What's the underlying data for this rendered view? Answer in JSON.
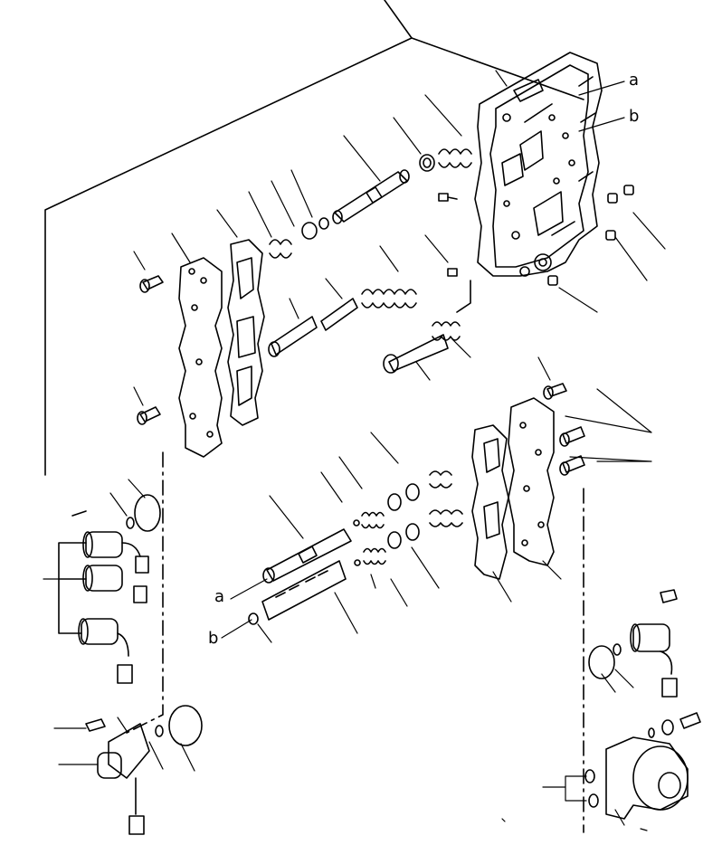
{
  "diagram": {
    "callout_labels": {
      "a_top": "a",
      "b_top": "b",
      "a_lower": "a",
      "b_lower": "b"
    },
    "stroke_color": "#000000",
    "background_color": "#ffffff"
  }
}
